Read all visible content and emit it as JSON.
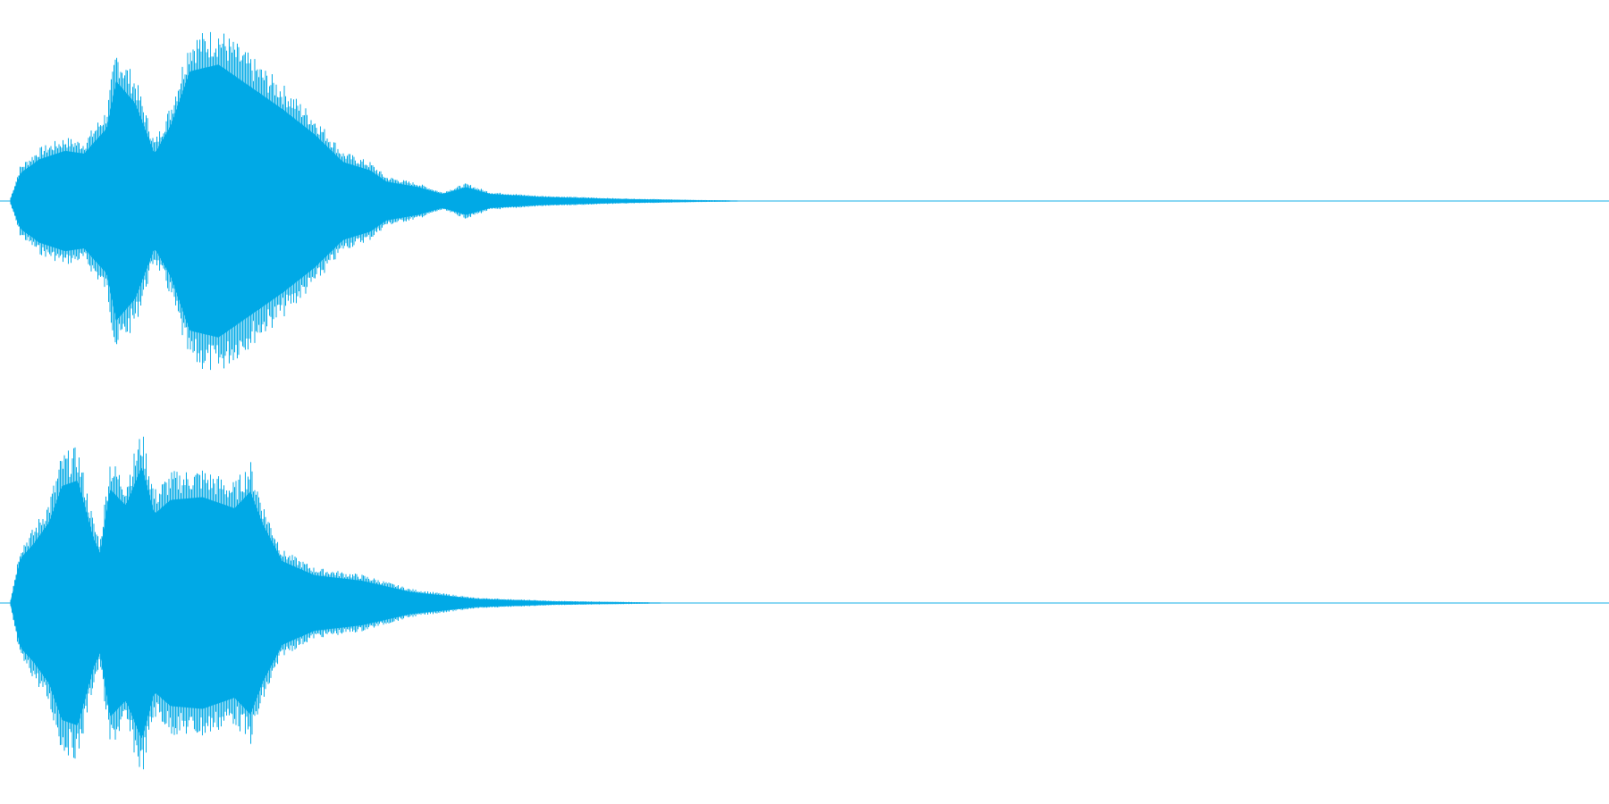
{
  "waveform": {
    "color": "#00a9e6",
    "channel_count": 2,
    "channels": [
      {
        "name": "top",
        "envelope": [
          [
            0.0,
            0.02
          ],
          [
            0.006,
            0.2
          ],
          [
            0.018,
            0.3
          ],
          [
            0.034,
            0.36
          ],
          [
            0.046,
            0.34
          ],
          [
            0.052,
            0.42
          ],
          [
            0.06,
            0.52
          ],
          [
            0.066,
            0.86
          ],
          [
            0.078,
            0.7
          ],
          [
            0.09,
            0.34
          ],
          [
            0.1,
            0.54
          ],
          [
            0.112,
            0.93
          ],
          [
            0.13,
            0.98
          ],
          [
            0.15,
            0.82
          ],
          [
            0.17,
            0.66
          ],
          [
            0.19,
            0.48
          ],
          [
            0.208,
            0.28
          ],
          [
            0.225,
            0.22
          ],
          [
            0.235,
            0.14
          ],
          [
            0.255,
            0.1
          ],
          [
            0.27,
            0.05
          ],
          [
            0.285,
            0.1
          ],
          [
            0.3,
            0.05
          ],
          [
            0.33,
            0.03
          ],
          [
            0.38,
            0.015
          ],
          [
            0.43,
            0.006
          ],
          [
            0.47,
            0.002
          ],
          [
            1.0,
            0.0
          ]
        ]
      },
      {
        "name": "bottom",
        "envelope": [
          [
            0.0,
            0.02
          ],
          [
            0.006,
            0.32
          ],
          [
            0.014,
            0.42
          ],
          [
            0.024,
            0.58
          ],
          [
            0.032,
            0.84
          ],
          [
            0.042,
            0.88
          ],
          [
            0.052,
            0.46
          ],
          [
            0.056,
            0.36
          ],
          [
            0.062,
            0.82
          ],
          [
            0.072,
            0.7
          ],
          [
            0.082,
            0.98
          ],
          [
            0.09,
            0.64
          ],
          [
            0.1,
            0.74
          ],
          [
            0.12,
            0.76
          ],
          [
            0.14,
            0.68
          ],
          [
            0.15,
            0.8
          ],
          [
            0.158,
            0.56
          ],
          [
            0.17,
            0.3
          ],
          [
            0.19,
            0.2
          ],
          [
            0.22,
            0.16
          ],
          [
            0.25,
            0.08
          ],
          [
            0.29,
            0.03
          ],
          [
            0.34,
            0.012
          ],
          [
            0.4,
            0.004
          ],
          [
            0.44,
            0.001
          ],
          [
            1.0,
            0.0
          ]
        ]
      }
    ]
  }
}
